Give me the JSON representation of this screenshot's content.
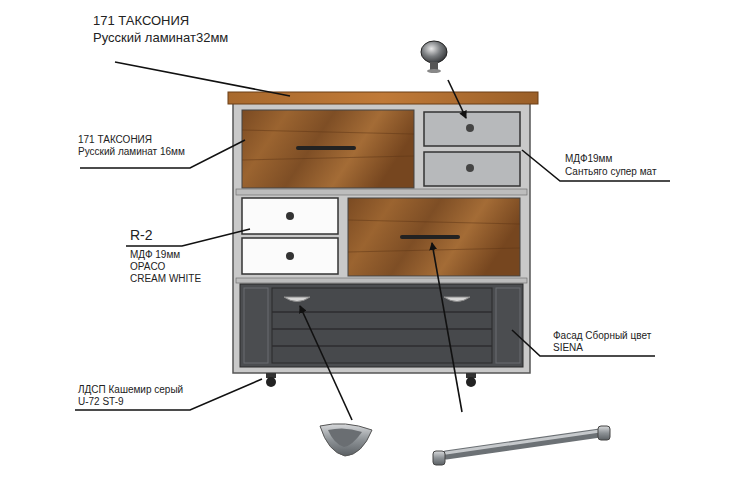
{
  "diagram": {
    "labels": [
      "171 ТАКСОНИЯ",
      "Русский ламинат32мм",
      "171 ТАКСОНИЯ",
      "Русский ламинат 16мм",
      "МДФ19мм",
      "Сантьяго супер мат",
      "R-2",
      "МДФ 19мм",
      "OPACO",
      "CREAM WHITE",
      "Фасад Сборный цвет",
      "SIENA",
      "ЛДСП Кашемир серый",
      "U-72 ST-9"
    ]
  }
}
